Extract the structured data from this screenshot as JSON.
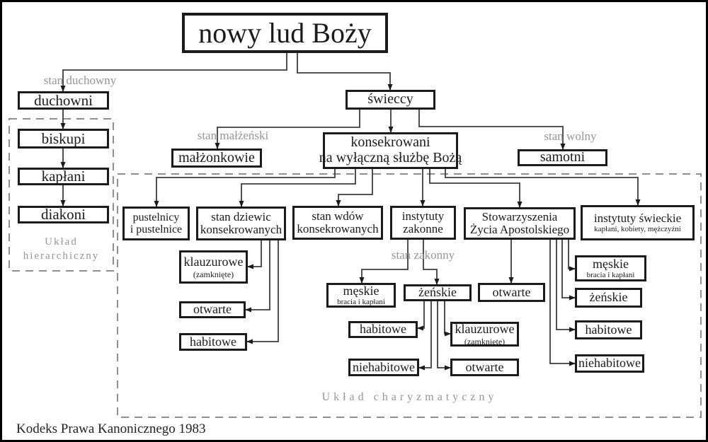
{
  "diagram": {
    "title": "nowy lud Boży",
    "caption": "Kodeks Prawa Kanonicznego 1983",
    "group_labels": {
      "hierarchical": "Układ hierarchiczny",
      "charismatic": "Układ charyzmatyczny"
    },
    "state_labels": {
      "duchowny": "stan duchowny",
      "malzenski": "stan małżeński",
      "wolny": "stan wolny",
      "zakonny": "stan zakonny"
    },
    "nodes": {
      "duchowni": {
        "label": "duchowni"
      },
      "biskupi": {
        "label": "biskupi"
      },
      "kaplani": {
        "label": "kapłani"
      },
      "diakoni": {
        "label": "diakoni"
      },
      "swieccy": {
        "label": "świeccy"
      },
      "malzonkowie": {
        "label": "małżonkowie"
      },
      "konsekrowani": {
        "line1": "konsekrowani",
        "line2": "na wyłączną służbę Bożą"
      },
      "samotni": {
        "label": "samotni"
      },
      "pustelnicy": {
        "line1": "pustelnicy",
        "line2": "i pustelnice"
      },
      "stan_dziewic": {
        "line1": "stan dziewic",
        "line2": "konsekrowanych"
      },
      "stan_wdow": {
        "line1": "stan wdów",
        "line2": "konsekrowanych"
      },
      "instytuty_zakonne": {
        "line1": "instytuty",
        "line2": "zakonne"
      },
      "stowarzyszenia": {
        "line1": "Stowarzyszenia",
        "line2": "Życia Apostolskiego"
      },
      "instytuty_swieckie": {
        "label": "instytuty świeckie",
        "sub": "kapłani, kobiety, mężczyźni"
      },
      "klauzurowe_dziewic": {
        "label": "klauzurowe",
        "sub": "(zamknięte)"
      },
      "otwarte_dziewic": {
        "label": "otwarte"
      },
      "habitowe_dziewic": {
        "label": "habitowe"
      },
      "meskie_zakonne": {
        "label": "męskie",
        "sub": "bracia i kapłani"
      },
      "zenskie_zakonne": {
        "label": "żeńskie"
      },
      "otwarte_stow": {
        "label": "otwarte"
      },
      "habitowe_zakonne": {
        "label": "habitowe"
      },
      "klauzurowe_zakonne": {
        "label": "klauzurowe",
        "sub": "(zamknięte)"
      },
      "niehabitowe_zakonne": {
        "label": "niehabitowe"
      },
      "otwarte_zakonne": {
        "label": "otwarte"
      },
      "meskie_swieckie": {
        "label": "męskie",
        "sub": "bracia i kapłani"
      },
      "zenskie_swieckie": {
        "label": "żeńskie"
      },
      "habitowe_swieckie": {
        "label": "habitowe"
      },
      "niehabitowe_swieckie": {
        "label": "niehabitowe"
      }
    },
    "colors": {
      "box_border": "#1b1b1b",
      "text": "#1b1b1b",
      "connector": "#3d3d3d",
      "gray_label": "#969696",
      "dashed_border": "#8f8f8f",
      "background": "#ffffff"
    }
  }
}
